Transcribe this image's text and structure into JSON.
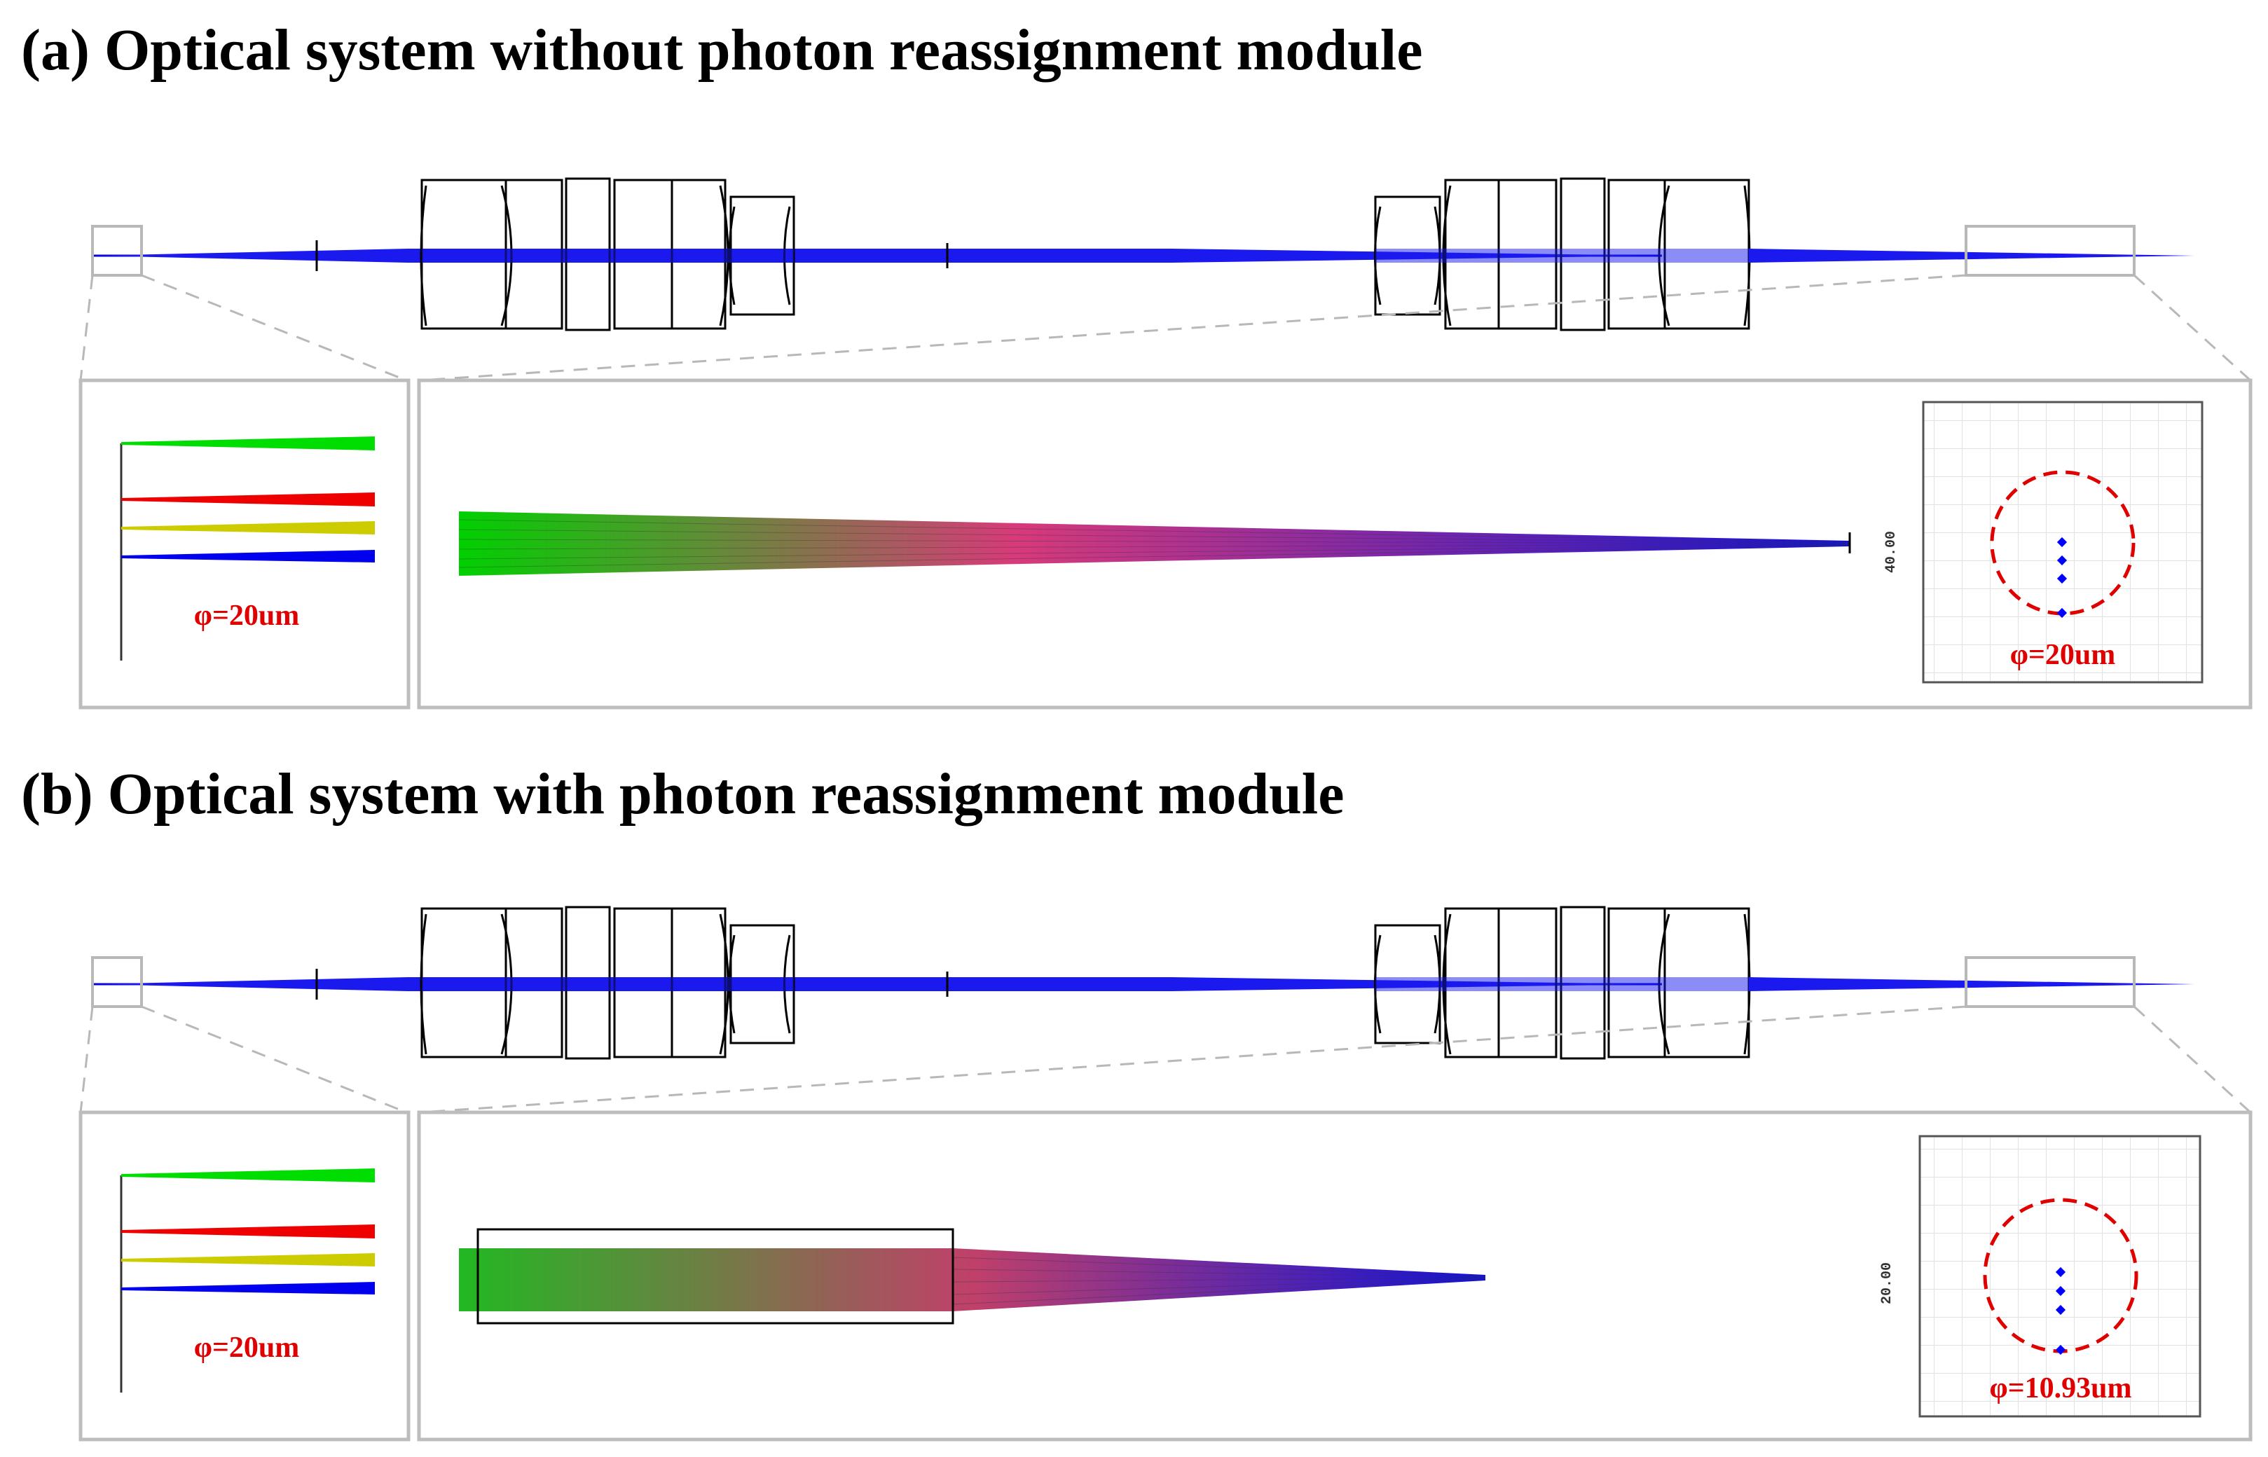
{
  "panel_a": {
    "title": "(a) Optical system without photon reassignment module",
    "left_inset_label": "φ=20um",
    "spot_diagram_label": "φ=20um",
    "spot_scale_label": "40.00"
  },
  "panel_b": {
    "title": "(b) Optical system with photon reassignment module",
    "left_inset_label": "φ=20um",
    "spot_diagram_label": "φ=10.93um",
    "spot_scale_label": "20.00"
  },
  "colors": {
    "lens_outline": "#000000",
    "ray_blue": "#0000ee",
    "ray_green": "#00dd00",
    "ray_red": "#ee0000",
    "ray_yellow": "#cccc00",
    "inset_frame": "#bbbbbb",
    "spot_circle": "#e00000",
    "spot_points": "#0000ff"
  },
  "icons": {
    "system_layout": "lens-train-diagram",
    "zoom_connector": "dashed-callout-lines",
    "spot_diagram": "spot-diagram-grid"
  }
}
